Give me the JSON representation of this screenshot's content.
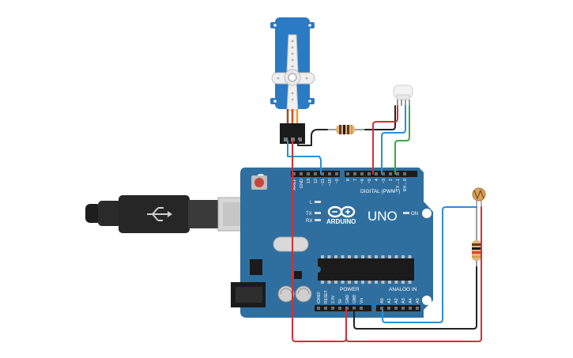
{
  "board": {
    "brand": "ARDUINO",
    "model": "UNO",
    "digital_header_label": "DIGITAL (PWM~)",
    "analog_header_label": "ANALOG IN",
    "power_header_label": "POWER",
    "on_label": "ON",
    "led_l_label": "L",
    "led_tx_label": "TX",
    "led_rx_label": "RX",
    "top_pins": [
      "AREF",
      "GND",
      "13",
      "12",
      "~11",
      "~10",
      "~9",
      "8",
      "7",
      "~6",
      "~5",
      "4",
      "~3",
      "2",
      "TX→1",
      "RX←0"
    ],
    "power_pins": [
      "IOREF",
      "RESET",
      "3.3V",
      "5V",
      "GND",
      "GND",
      "Vin"
    ],
    "analog_pins": [
      "A0",
      "A1",
      "A2",
      "A3",
      "A4",
      "A5"
    ]
  },
  "components": {
    "servo": "servo",
    "rgb_led": "rgb-led",
    "photoresistor": "photoresistor",
    "resistor_a": "resistor",
    "resistor_b": "resistor",
    "usb_cable": "usb-b-cable"
  },
  "colors": {
    "board": "#2f6f9f",
    "wire_red": "#d32f3a",
    "wire_black": "#222222",
    "wire_blue": "#2a8fd6",
    "wire_green": "#3aa845",
    "servo": "#2a7ac4"
  }
}
